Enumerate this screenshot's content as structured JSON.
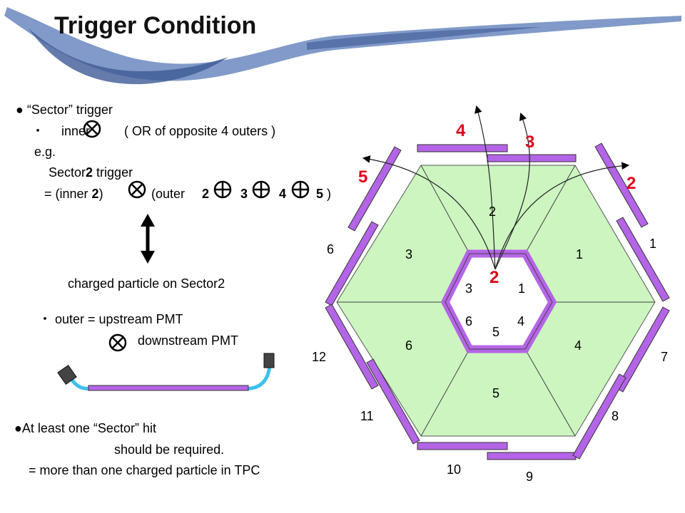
{
  "title": "Trigger Condition",
  "left": {
    "bullet1": "● “Sector” trigger",
    "inner_line_dot": "・",
    "inner_word": "inner",
    "inner_desc": "( OR of opposite 4 outers )",
    "eg": "e.g.",
    "sector_prefix": "Sector",
    "sector_num": "2",
    "sector_suffix": " trigger",
    "eq_prefix": "= (inner ",
    "eq_inner_num": "2",
    "eq_paren_close": ")",
    "eq_outer_word": "(outer ",
    "eq_n2": "2",
    "eq_n3": "3",
    "eq_n4": "4",
    "eq_n5": "5",
    "eq_end": " )",
    "charged": "charged particle on Sector2",
    "outer_line": "・ outer = upstream PMT",
    "downstream": "downstream PMT",
    "bullet2": "●At least one “Sector” hit",
    "required": "should be required.",
    "more": "= more than one charged particle in TPC"
  },
  "diagram": {
    "outer_sector_labels": [
      "1",
      "2",
      "3",
      "4",
      "5",
      "6"
    ],
    "inner_sector_labels": [
      "1",
      "3",
      "4",
      "5",
      "6"
    ],
    "inner_highlight": "2",
    "red_labels": [
      "2",
      "3",
      "4",
      "5"
    ],
    "counter_labels": [
      "1",
      "6",
      "7",
      "8",
      "9",
      "10",
      "11",
      "12"
    ]
  },
  "colors": {
    "hexagon_fill": "#ccf5c0",
    "counter_purple": "#b464e6",
    "highlight_red": "#e0001a",
    "swoosh_blue": "#5a78b4",
    "cable_blue": "#3cc0f0"
  }
}
